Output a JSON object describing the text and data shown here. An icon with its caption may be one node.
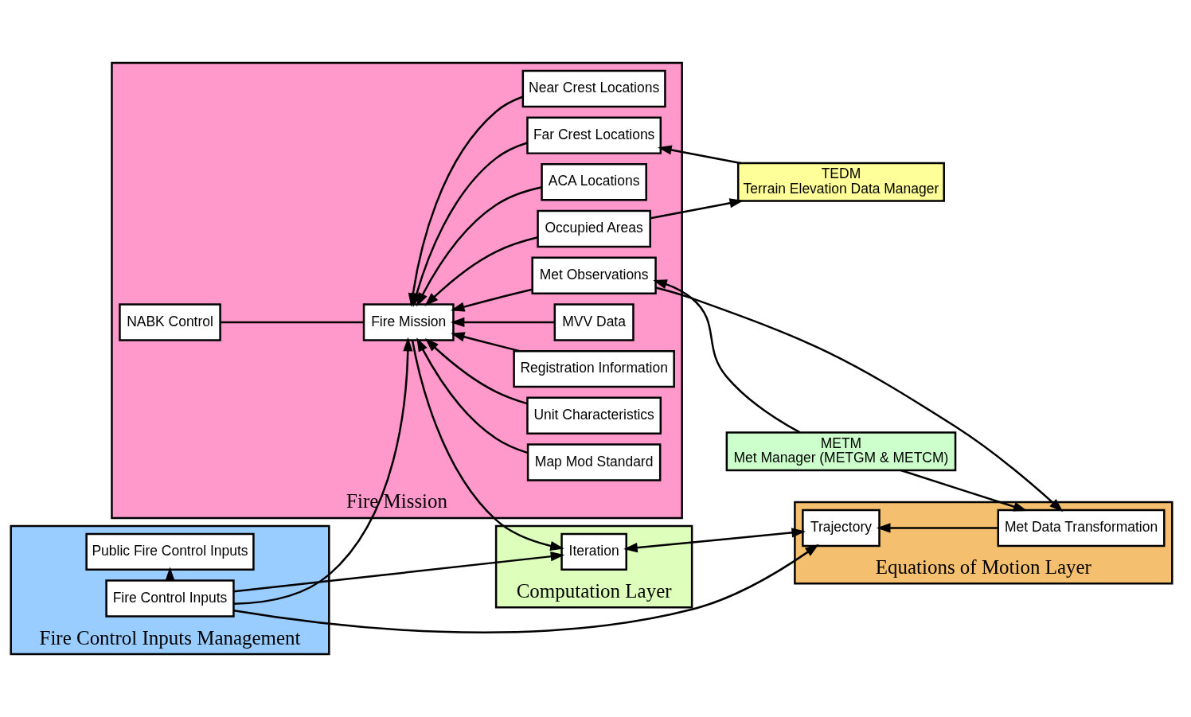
{
  "diagram": {
    "nodes": [
      {
        "text": [
          "Fire Control Inputs Management"
        ]
      },
      {
        "text": [
          "Public Fire Control Inputs"
        ],
        "in": 0
      },
      {
        "text": [
          "Fire Control Inputs"
        ],
        "in": 0
      },
      {
        "text": [
          "Fire Mission"
        ]
      },
      {
        "text": [
          "NABK Control"
        ],
        "in": 3
      },
      {
        "text": [
          "Fire Mission"
        ],
        "in": 3
      },
      {
        "text": [
          "Map Mod Standard"
        ],
        "in": 3
      },
      {
        "text": [
          "Unit Characteristics"
        ],
        "in": 3
      },
      {
        "text": [
          "Registration Information"
        ],
        "in": 3
      },
      {
        "text": [
          "MVV Data"
        ],
        "in": 3
      },
      {
        "text": [
          "Far Crest Locations"
        ],
        "in": 3
      },
      {
        "text": [
          "Occupied Areas"
        ],
        "in": 3
      },
      {
        "text": [
          "ACA Locations"
        ],
        "in": 3
      },
      {
        "text": [
          "Met Observations"
        ],
        "in": 3
      },
      {
        "text": [
          "Near Crest Locations"
        ],
        "in": 3
      },
      {
        "text": [
          "Computation Layer"
        ]
      },
      {
        "text": [
          "Iteration"
        ],
        "in": 15
      },
      {
        "text": [
          "Equations of Motion Layer"
        ]
      },
      {
        "text": [
          "Trajectory"
        ],
        "in": 17
      },
      {
        "text": [
          "Met Data Transformation"
        ],
        "in": 17
      },
      {
        "text": [
          "TEDM",
          "Terrain Elevation Data Manager"
        ]
      },
      {
        "text": [
          "METM",
          "Met Manager (METGM & METCM)"
        ]
      }
    ],
    "edges": [
      {
        "from": 4,
        "to": 5,
        "arrow": "none"
      },
      {
        "from": 2,
        "to": 1,
        "arrow": "to"
      },
      {
        "from": 2,
        "to": 5,
        "arrow": "to"
      },
      {
        "from": 2,
        "to": 16,
        "arrow": "to"
      },
      {
        "from": 2,
        "to": 18,
        "arrow": "to"
      },
      {
        "from": 6,
        "to": 5,
        "arrow": "to"
      },
      {
        "from": 7,
        "to": 5,
        "arrow": "to"
      },
      {
        "from": 8,
        "to": 5,
        "arrow": "to"
      },
      {
        "from": 9,
        "to": 5,
        "arrow": "to"
      },
      {
        "from": 10,
        "to": 5,
        "arrow": "to"
      },
      {
        "from": 11,
        "to": 5,
        "arrow": "to"
      },
      {
        "from": 12,
        "to": 5,
        "arrow": "to"
      },
      {
        "from": 13,
        "to": 5,
        "arrow": "to"
      },
      {
        "from": 14,
        "to": 5,
        "arrow": "to"
      },
      {
        "from": 20,
        "to": 10,
        "arrow": "to"
      },
      {
        "from": 11,
        "to": 20,
        "arrow": "to"
      },
      {
        "from": 21,
        "to": 13,
        "arrow": "to"
      },
      {
        "from": 13,
        "to": 19,
        "arrow": "to"
      },
      {
        "from": 21,
        "to": 19,
        "arrow": "to"
      },
      {
        "from": 5,
        "to": 16,
        "arrow": "to"
      },
      {
        "from": 16,
        "to": 18,
        "arrow": "both"
      },
      {
        "from": 19,
        "to": 18,
        "arrow": "to"
      }
    ]
  }
}
